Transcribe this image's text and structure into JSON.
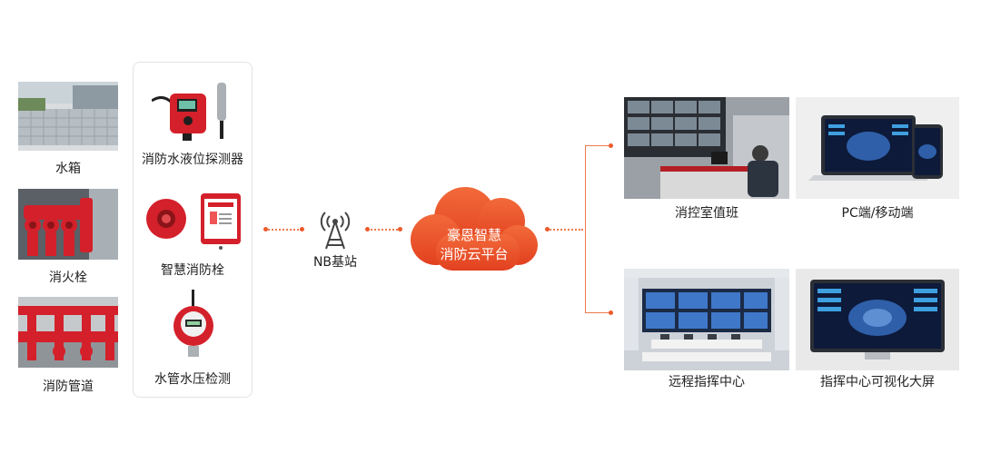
{
  "colors": {
    "accent": "#ee5a2a",
    "fire_red": "#d4202a",
    "panel_border": "#e3e3e3"
  },
  "sources": [
    {
      "label": "水箱",
      "icon": "water-tank-photo"
    },
    {
      "label": "消火栓",
      "icon": "fire-hydrant-photo"
    },
    {
      "label": "消防管道",
      "icon": "fire-pipeline-photo"
    }
  ],
  "devices": [
    {
      "label": "消防水液位探测器",
      "icon": "level-detector-photo"
    },
    {
      "label": "智慧消防栓",
      "icon": "smart-hydrant-photo"
    },
    {
      "label": "水管水压检测",
      "icon": "pressure-gauge-photo"
    }
  ],
  "station": {
    "label": "NB基站",
    "icon": "antenna-tower-icon"
  },
  "cloud": {
    "line1": "豪恩智慧",
    "line2": "消防云平台"
  },
  "outputs": [
    {
      "label": "消控室值班",
      "icon": "control-room-photo"
    },
    {
      "label": "PC端/移动端",
      "icon": "pc-mobile-photo"
    },
    {
      "label": "远程指挥中心",
      "icon": "command-center-photo"
    },
    {
      "label": "指挥中心可视化大屏",
      "icon": "big-screen-photo"
    }
  ]
}
